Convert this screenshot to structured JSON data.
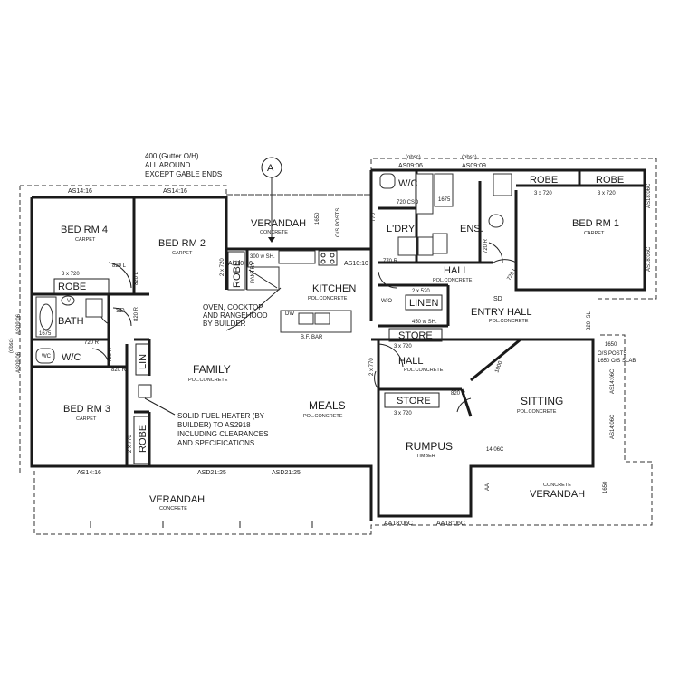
{
  "notes": {
    "gutter_line1": "400 (Gutter O/H)",
    "gutter_line2": "ALL AROUND",
    "gutter_line3": "EXCEPT GABLE ENDS",
    "appliances_line1": "OVEN, COCKTOP",
    "appliances_line2": "AND RANGEHOOD",
    "appliances_line3": "BY BUILDER",
    "heater_line1": "SOLID FUEL HEATER (BY",
    "heater_line2": "BUILDER) TO AS2918",
    "heater_line3": "INCLUDING CLEARANCES",
    "heater_line4": "AND SPECIFICATIONS"
  },
  "section_marker": "A",
  "rooms": {
    "bed4": {
      "name": "BED RM 4",
      "floor": "CARPET"
    },
    "bed2": {
      "name": "BED RM 2",
      "floor": "CARPET"
    },
    "bed3": {
      "name": "BED RM 3",
      "floor": "CARPET"
    },
    "bed1": {
      "name": "BED RM 1",
      "floor": "CARPET"
    },
    "verandah_top": {
      "name": "VERANDAH",
      "floor": "CONCRETE"
    },
    "verandah_bottom": {
      "name": "VERANDAH",
      "floor": "CONCRETE"
    },
    "verandah_right": {
      "name": "VERANDAH",
      "floor": "CONCRETE"
    },
    "kitchen": {
      "name": "KITCHEN",
      "floor": "POL.CONCRETE"
    },
    "family": {
      "name": "FAMILY",
      "floor": "POL.CONCRETE"
    },
    "meals": {
      "name": "MEALS",
      "floor": "POL.CONCRETE"
    },
    "hall_top": {
      "name": "HALL",
      "floor": "POL.CONCRETE"
    },
    "hall_mid": {
      "name": "HALL",
      "floor": "POL.CONCRETE"
    },
    "entry_hall": {
      "name": "ENTRY HALL",
      "floor": "POL.CONCRETE"
    },
    "sitting": {
      "name": "SITTING",
      "floor": "POL.CONCRETE"
    },
    "rumpus": {
      "name": "RUMPUS",
      "floor": "TIMBER"
    },
    "ldry": {
      "name": "L'DRY"
    },
    "ens": {
      "name": "ENS."
    },
    "wc_top": {
      "name": "W/C"
    },
    "wc_left": {
      "name": "W/C"
    },
    "bath": {
      "name": "BATH"
    },
    "linen": {
      "name": "LINEN"
    },
    "store_mid": {
      "name": "STORE"
    },
    "store_rumpus": {
      "name": "STORE"
    },
    "robe_bed4": {
      "name": "ROBE"
    },
    "robe_bed2": {
      "name": "ROBE"
    },
    "robe_bed3": {
      "name": "ROBE"
    },
    "robe_bed1a": {
      "name": "ROBE"
    },
    "robe_bed1b": {
      "name": "ROBE"
    },
    "lin": {
      "name": "LIN"
    }
  },
  "labels": {
    "as1416_a": "AS14:16",
    "as1416_b": "AS14:16",
    "as1416_c": "AS14:16",
    "as1010_a": "AS10:10",
    "as1010_b": "AS10:10",
    "as0906": "AS09:06",
    "as0909": "AS09:09",
    "obsc_a": "(obsc)",
    "obsc_b": "(obsc)",
    "as2125_a": "ASD21:25",
    "as2125_b": "ASD21:25",
    "aa1806_a": "AA18:06C",
    "aa1806_b": "AA18:06C",
    "as1806_a": "AS18:06C",
    "as1806_b": "AS18:06C",
    "as1406_a": "AS14:06C",
    "as1406_b": "AS14:06C",
    "d1406": "14:06C",
    "robe_3x720_a": "3 x 720",
    "robe_3x720_b": "3 x 720",
    "robe_3x720_c": "3 x 720",
    "robe_3x720_d": "3 x 720",
    "robe_3x720_e": "3 x 720",
    "linen_2x520": "2 x 520",
    "linen_450": "450 w SH.",
    "pantry": "PANTRY",
    "pantry_300": "300 w SH.",
    "bf_bar": "B.F. BAR",
    "os_posts_a": "O/S POSTS",
    "os_posts_b": "O/S POSTS",
    "os_slab": "1650 O/S SLAB",
    "dim_1650_a": "1650",
    "dim_1650_b": "1650",
    "dim_1650_c": "1650",
    "dim_1675_a": "1675",
    "dim_1675_b": "1675",
    "dim_770": "770",
    "sd_a": "SD",
    "sd_b": "SD",
    "dw": "DW",
    "wc_sym": "WC",
    "v_sym": "V",
    "door_820_l_a": "820 L",
    "door_820_l_b": "820 L",
    "door_820_r_a": "820 R",
    "door_820_r_b": "820 R",
    "door_820_r_c": "820 R",
    "door_820_sl": "820+SL",
    "door_720_r_a": "720 R",
    "door_720_r_b": "720 R",
    "door_770_r": "770 R",
    "door_720_l": "720 L",
    "door_720_csd": "720 CSD",
    "door_2x770_a": "2 x 770",
    "door_2x770_b": "2 x 770",
    "door_2x720": "2 x 720",
    "door_1800": "1800",
    "wio": "W/O",
    "aa_small": "AA"
  }
}
